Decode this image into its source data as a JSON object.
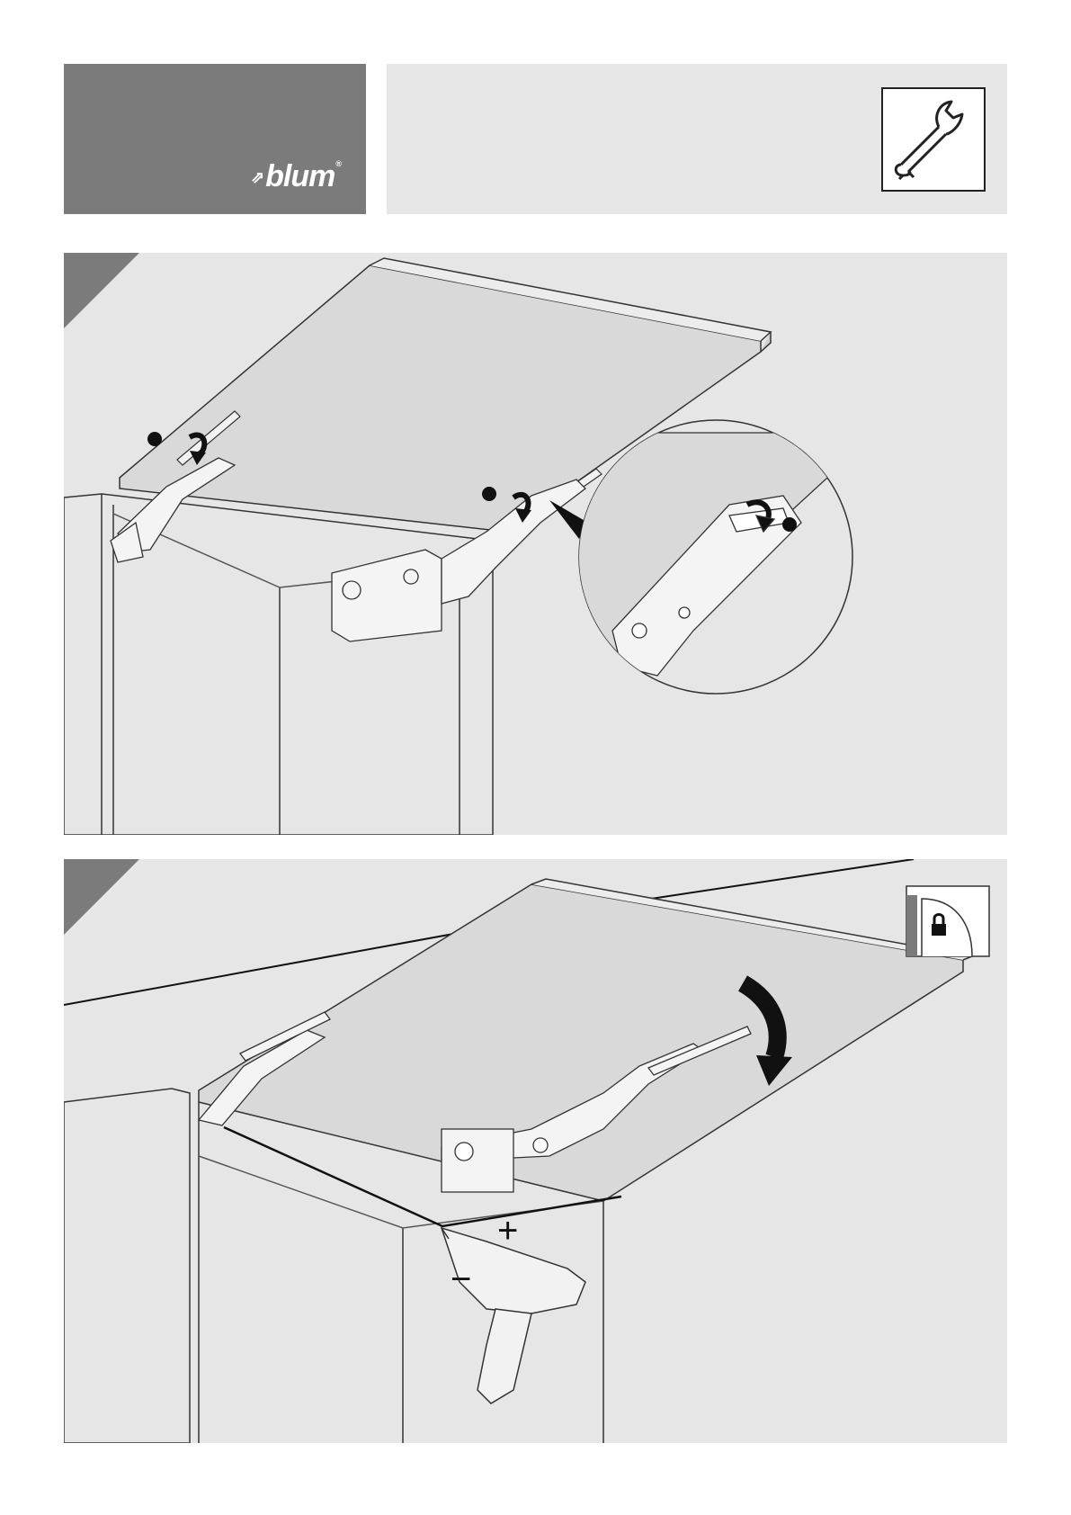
{
  "header": {
    "brand_logo": "blum",
    "tool_icon": "wrench-icon"
  },
  "steps": [
    {
      "illustration": "attach-lift-arms-to-front-mount",
      "icons": [
        "arrow-down-icon"
      ]
    },
    {
      "illustration": "adjust-force-with-drill",
      "icons": [
        "lock-icon",
        "arrow-curved-icon",
        "drill-icon"
      ],
      "adjust_plus": "+",
      "adjust_minus": "−"
    }
  ],
  "colors": {
    "logo_panel": "#7b7b7b",
    "panel_bg": "#e6e6e6",
    "line": "#222222"
  }
}
